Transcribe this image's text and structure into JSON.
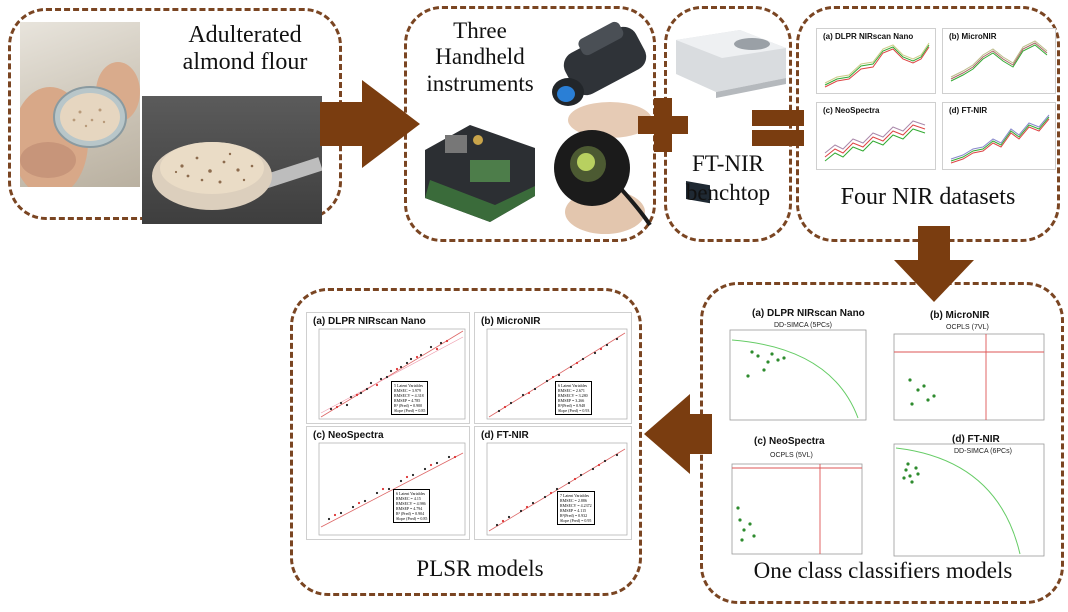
{
  "stage1": {
    "caption_line1": "Adulterated",
    "caption_line2": "almond flour"
  },
  "stage2": {
    "caption_line1": "Three",
    "caption_line2": "Handheld",
    "caption_line3": "instruments"
  },
  "stage3": {
    "caption_line1": "FT-NIR",
    "caption_line2": "benchtop"
  },
  "stage4": {
    "caption": "Four NIR datasets",
    "panels": [
      "(a) DLPR NIRscan Nano",
      "(b) MicroNIR",
      "(c) NeoSpectra",
      "(d) FT-NIR"
    ]
  },
  "stage5": {
    "caption": "One class classifiers models",
    "panels": [
      {
        "title": "(a) DLPR NIRscan Nano",
        "subtitle": "DD-SIMCA (5PCs)"
      },
      {
        "title": "(b) MicroNIR",
        "subtitle": "OCPLS (7VL)"
      },
      {
        "title": "(c) NeoSpectra",
        "subtitle": "OCPLS (5VL)"
      },
      {
        "title": "(d) FT-NIR",
        "subtitle": "DD-SIMCA (6PCs)"
      }
    ]
  },
  "stage6": {
    "caption": "PLSR models",
    "panels": [
      {
        "title": "(a) DLPR NIRscan Nano",
        "stats": "5 Latent Variables\nRMSEC = 3.979\nRMSECV = 4.318\nRMSEP = 4.785\nR² (Pred) = 0.900\nSlope (Pred) = 0.85"
      },
      {
        "title": "(b) MicroNIR",
        "stats": "6 Latent Variables\nRMSEC = 2.671\nRMSECV = 3.280\nRMSEP = 3.266\nR²(Pred) = 0.948\nSlope (Pred) = 0.93"
      },
      {
        "title": "(c) NeoSpectra",
        "stats": "6 Latent Variables\nRMSEC = 4.15\nRMSECV = 4.986\nRMSEP = 4.794\nR² (Pred) = 0.904\nSlope (Pred) = 0.85"
      },
      {
        "title": "(d) FT-NIR",
        "stats": "7 Latent Variables\nRMSEC = 2.886\nRMSECV = 4.2372\nRMSEP = 4.115\nR²(Pred) = 0.932\nSlope (Pred) = 0.95"
      }
    ]
  },
  "colors": {
    "box_border": "#7a4522",
    "arrow": "#7a3d10"
  }
}
